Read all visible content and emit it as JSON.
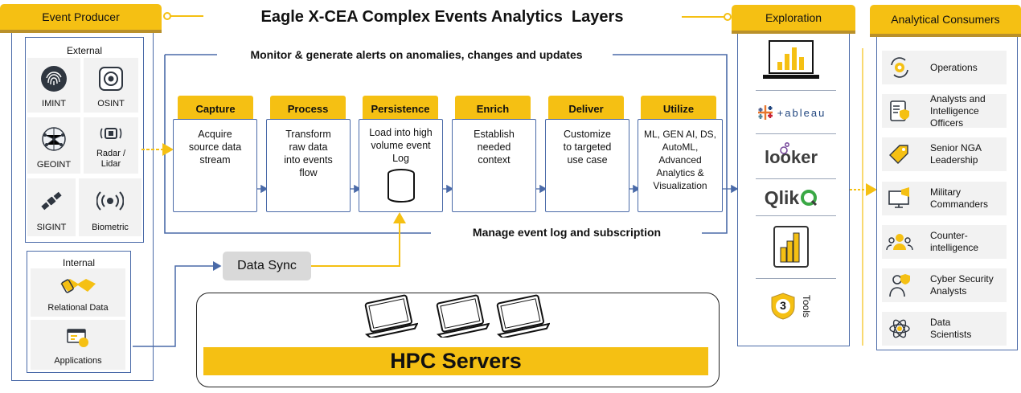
{
  "title": "Eagle X-CEA Complex Events Analytics  Layers",
  "producer": {
    "header": "Event Producer",
    "external_label": "External",
    "external_sources": [
      {
        "label": "IMINT",
        "icon": "fingerprint-icon"
      },
      {
        "label": "OSINT",
        "icon": "camera-lens-icon"
      },
      {
        "label": "GEOINT",
        "icon": "globe-network-icon"
      },
      {
        "label": "Radar /\nLidar",
        "icon": "radar-icon"
      },
      {
        "label": "SIGINT",
        "icon": "satellite-icon"
      },
      {
        "label": "Biometric",
        "icon": "signal-waves-icon"
      }
    ],
    "internal_label": "Internal",
    "internal_sources": [
      {
        "label": "Relational Data",
        "icon": "handshake-icon"
      },
      {
        "label": "Applications",
        "icon": "app-window-icon"
      }
    ]
  },
  "pipeline": {
    "top_caption": "Monitor & generate alerts on anomalies, changes and updates",
    "bottom_caption": "Manage event log and subscription",
    "stages": [
      {
        "name": "Capture",
        "desc": "Acquire\nsource data\nstream"
      },
      {
        "name": "Process",
        "desc": "Transform\nraw data\ninto events\nflow"
      },
      {
        "name": "Persistence",
        "desc": "Load into high\nvolume event\nLog"
      },
      {
        "name": "Enrich",
        "desc": "Establish\nneeded\ncontext"
      },
      {
        "name": "Deliver",
        "desc": "Customize\nto targeted\nuse case"
      },
      {
        "name": "Utilize",
        "desc": "ML, GEN AI, DS,\nAutoML,\nAdvanced\nAnalytics &\nVisualization"
      }
    ]
  },
  "data_sync": "Data Sync",
  "hpc": "HPC Servers",
  "exploration": {
    "header": "Exploration",
    "tools": [
      {
        "label": "",
        "icon": "bar-chart-laptop-icon"
      },
      {
        "label": "+ableau",
        "icon": "tableau-logo-icon"
      },
      {
        "label": "looker",
        "icon": "looker-logo-icon"
      },
      {
        "label": "Qlik",
        "icon": "qlik-logo-icon"
      },
      {
        "label": "",
        "icon": "power-bi-logo-icon"
      },
      {
        "label": "Tools",
        "icon": "number-badge-icon",
        "badge": "3"
      }
    ]
  },
  "consumers": {
    "header": "Analytical Consumers",
    "items": [
      {
        "label": "Operations",
        "icon": "gear-cycle-icon"
      },
      {
        "label": "Analysts and\nIntelligence\nOfficers",
        "icon": "clipboard-shield-icon"
      },
      {
        "label": "Senior NGA\nLeadership",
        "icon": "tag-icon"
      },
      {
        "label": "Military\nCommanders",
        "icon": "monitor-megaphone-icon"
      },
      {
        "label": "Counter-\nintelligence",
        "icon": "team-icon"
      },
      {
        "label": "Cyber Security\nAnalysts",
        "icon": "analyst-shield-icon"
      },
      {
        "label": "Data\nScientists",
        "icon": "atom-icon"
      }
    ]
  },
  "colors": {
    "accent": "#f5c013",
    "accent_dark": "#b9902a",
    "line": "#4a6aa8",
    "tile": "#f2f2f2"
  }
}
